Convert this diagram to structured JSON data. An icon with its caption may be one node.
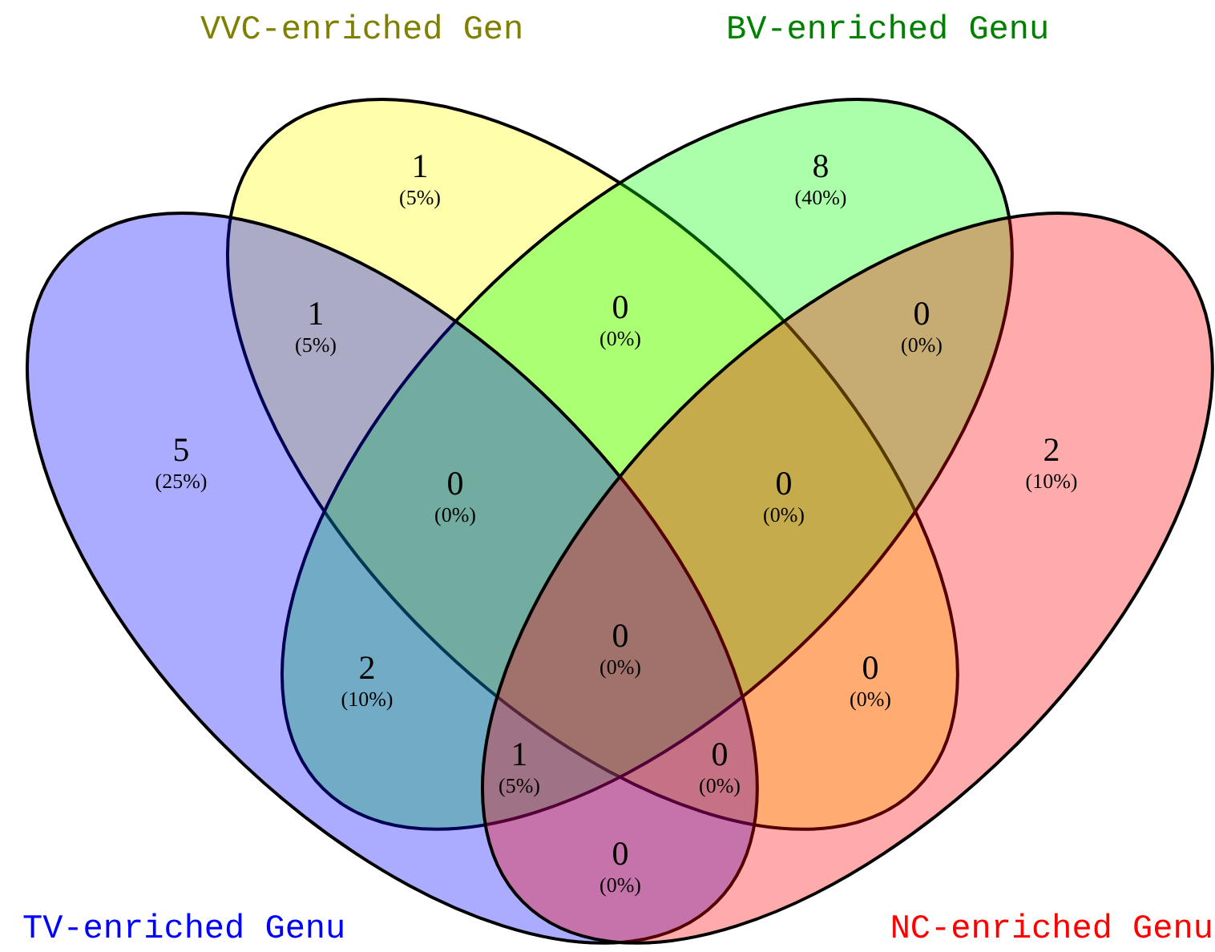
{
  "diagram": {
    "nodes": [
      {
        "text": [
          "VVC-enriched Gen"
        ]
      },
      {
        "text": [
          "BV-enriched Genu"
        ]
      },
      {
        "text": [
          "TV-enriched Genu"
        ]
      },
      {
        "text": [
          "NC-enriched Genu"
        ]
      }
    ],
    "labels": [
      "1",
      "(5%)",
      "8",
      "(40%)",
      "1",
      "(5%)",
      "0",
      "(0%)",
      "0",
      "(0%)",
      "5",
      "(25%)",
      "0",
      "(0%)",
      "0",
      "(0%)",
      "2",
      "(10%)",
      "0",
      "(0%)",
      "2",
      "(10%)",
      "0",
      "(0%)",
      "1",
      "(5%)",
      "0",
      "(0%)",
      "0",
      "(0%)"
    ]
  }
}
